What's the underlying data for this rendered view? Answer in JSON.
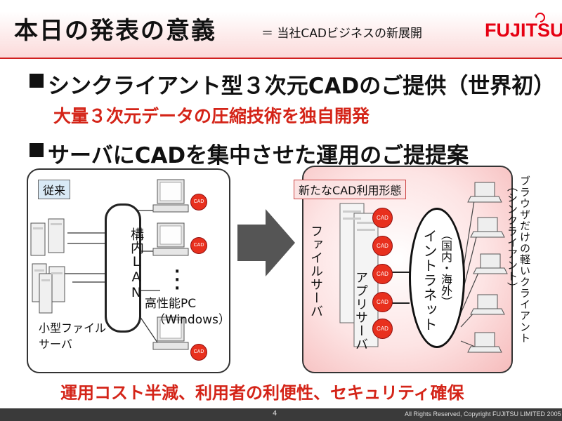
{
  "header": {
    "title": "本日の発表の意義",
    "subtitle": "＝ 当社CADビジネスの新展開",
    "logo": "FUJITSU"
  },
  "bullets": {
    "first": "シンクライアント型３次元CADのご提供（世界初）",
    "first_sub": "大量３次元データの圧縮技術を独自開発",
    "second": "サーバにCADを集中させた運用のご提提案"
  },
  "diagram_old": {
    "label": "従来",
    "lan": "構内LAN",
    "pc_label": "高性能PC",
    "pc_os": "（Windows）",
    "file_server": "小型ファイルサーバ",
    "cad_tag": "CAD"
  },
  "diagram_new": {
    "label": "新たなCAD利用形態",
    "file_server": "ファイルサーバ",
    "app_server": "アプリサーバ",
    "intranet": "イントラネット",
    "intranet_scope": "（国内・海外）",
    "client": "ブラウザだけの軽いクライアント",
    "client_sub": "（シンクライアント）",
    "cad_tag": "CAD"
  },
  "footer": {
    "message": "運用コスト半減、利用者の利便性、セキュリティ確保",
    "page": "4",
    "copyright": "All Rights Reserved, Copyright FUJITSU LIMITED 2005"
  },
  "colors": {
    "accent_red": "#d42418",
    "logo_red": "#e60012",
    "cad_circle": "#e8301e",
    "old_label_bg": "#d9eaf6",
    "new_box_bg": "#f6bcbc"
  }
}
